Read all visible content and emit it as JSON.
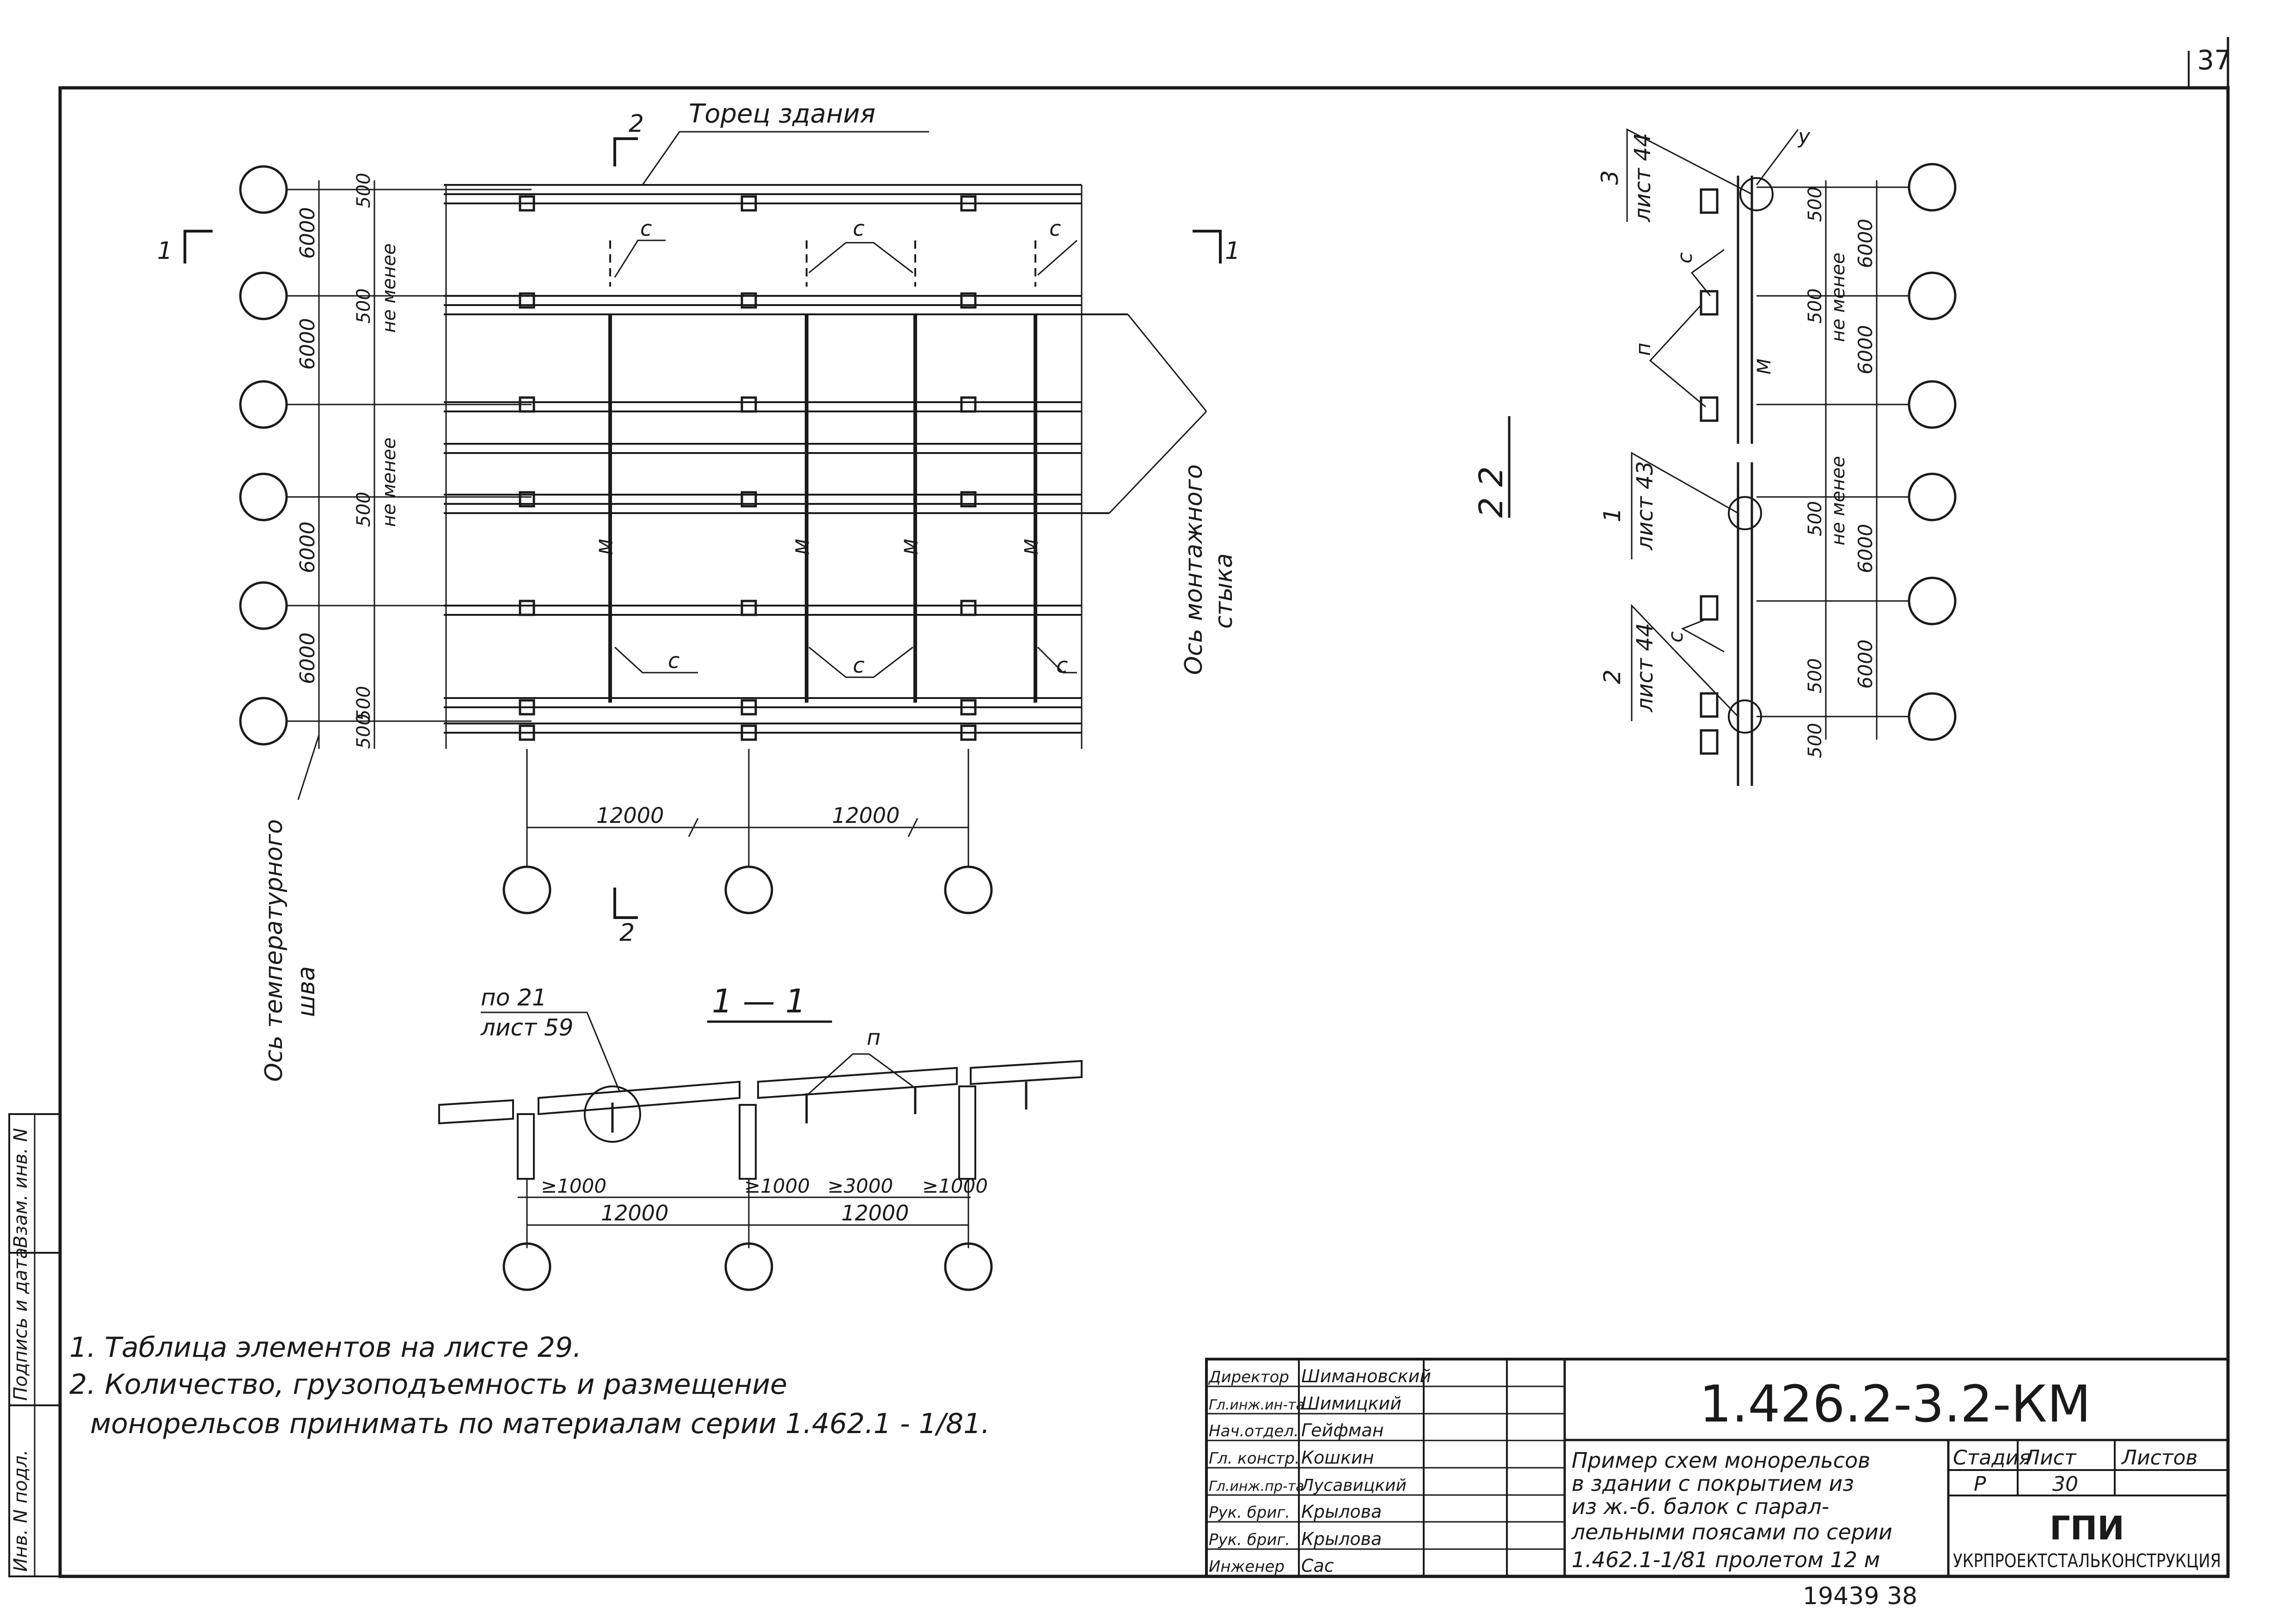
{
  "sheet": {
    "page_number": "37",
    "bottom_stamp": "19439  38"
  },
  "plan": {
    "section_mark_top": "2",
    "section_mark_bottom": "2",
    "section_mark_left": "1",
    "section_mark_right": "1",
    "end_label": "Торец  здания",
    "temp_joint_label_1": "Ось  температурного",
    "temp_joint_label_2": "шва",
    "mount_joint_label_1": "Ось  монтажного",
    "mount_joint_label_2": "стыка",
    "spacing_6000": "6000",
    "dim_500": "500",
    "not_less": "не менее",
    "bay_12000": "12000",
    "mark_c": "с",
    "mark_m": "М"
  },
  "section11": {
    "title": "1 — 1",
    "ref_1": "по 21",
    "ref_2": "лист 59",
    "mark_n": "п",
    "dim_1000a": "≥1000",
    "dim_1000b": "≥1000",
    "dim_3000": "≥3000",
    "dim_1000c": "≥1000",
    "bay1": "12000",
    "bay2": "12000"
  },
  "section22": {
    "title": "2  2",
    "ref3_num": "3",
    "ref3_sheet": "лист 44",
    "ref1_num": "1",
    "ref1_sheet": "лист 43",
    "ref2_num": "2",
    "ref2_sheet": "лист 44",
    "mark_y": "у",
    "mark_c": "с",
    "mark_n": "п",
    "mark_m": "М",
    "dim_500": "500",
    "dim_6000": "6000",
    "not_less": "не менее"
  },
  "notes": {
    "note1": "1. Таблица   элементов   на   листе  29.",
    "note2": "2. Количество, грузоподъемность  и  размещение",
    "note3": "монорельсов  принимать  по  материалам  серии  1.462.1 - 1/81."
  },
  "side_strip": {
    "label1": "Инв. N подл.",
    "label2": "Подпись и дата",
    "label3": "Взам. инв. N"
  },
  "title_block": {
    "code": "1.426.2-3.2-КМ",
    "description_1": "Пример схем монорельсов",
    "description_2": "в здании с покрытием из",
    "description_3": "из  ж.-б. балок с парал-",
    "description_4": "лельными  поясами по серии",
    "description_5": "1.462.1-1/81  пролетом 12 м",
    "stage_label": "Стадия",
    "sheet_label": "Лист",
    "sheets_label": "Листов",
    "stage_value": "Р",
    "sheet_value": "30",
    "org_logo": "ГПИ",
    "org_name": "УКРПРОЕКТСТАЛЬКОНСТРУКЦИЯ",
    "roles": [
      {
        "role": "Директор",
        "name": "Шимановский"
      },
      {
        "role": "Гл.инж.ин-та",
        "name": "Шимицкий"
      },
      {
        "role": "Нач.отдел.",
        "name": "Гейфман"
      },
      {
        "role": "Гл. констр.",
        "name": "Кошкин"
      },
      {
        "role": "Гл.инж.пр-та",
        "name": "Лусавицкий"
      },
      {
        "role": "Рук. бриг.",
        "name": "Крылова"
      },
      {
        "role": "Рук. бриг.",
        "name": "Крылова"
      },
      {
        "role": "Инженер",
        "name": "Сас"
      }
    ]
  }
}
